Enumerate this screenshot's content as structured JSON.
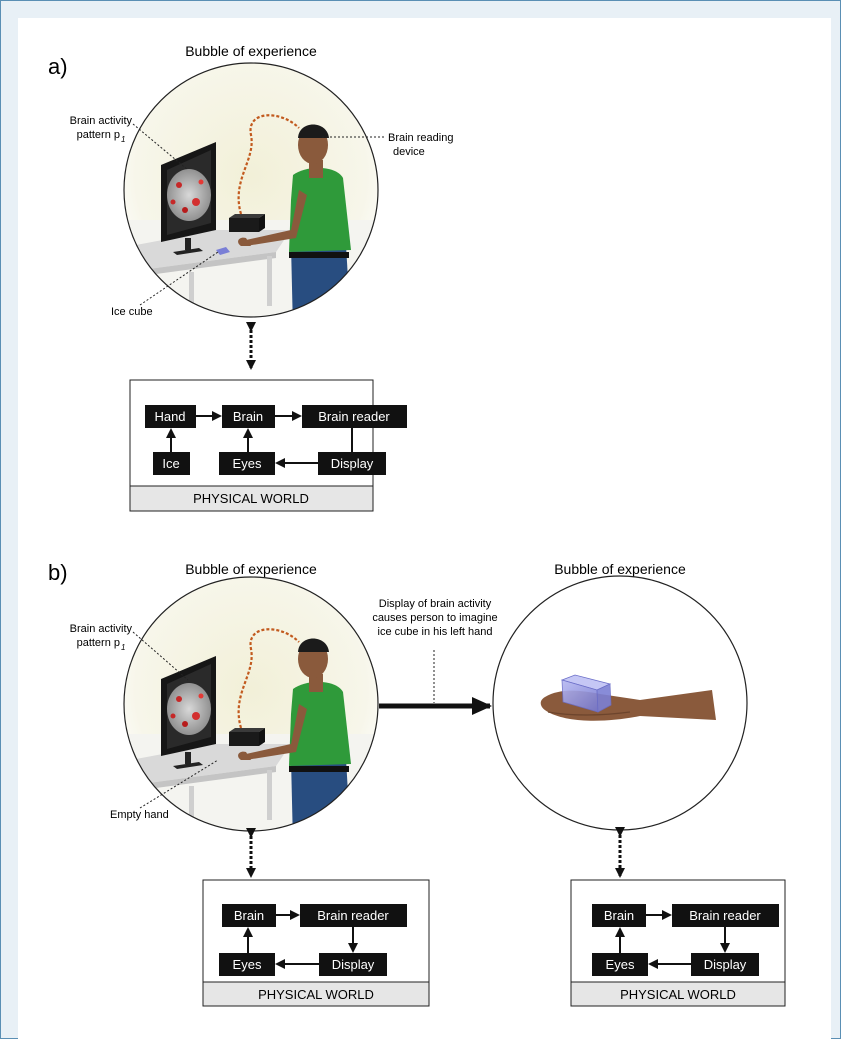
{
  "panel_a": {
    "letter": "a)",
    "bubble_title": "Bubble of experience",
    "label_brain_pattern_line1": "Brain activity",
    "label_brain_pattern_line2": "pattern p",
    "label_brain_pattern_sub": "1",
    "label_device_line1": "Brain reading",
    "label_device_line2": "device",
    "label_ice": "Ice cube",
    "nodes": {
      "hand": "Hand",
      "brain": "Brain",
      "reader": "Brain reader",
      "ice": "Ice",
      "eyes": "Eyes",
      "display": "Display"
    },
    "world": "PHYSICAL WORLD"
  },
  "panel_b": {
    "letter": "b)",
    "bubble_title_left": "Bubble of experience",
    "bubble_title_right": "Bubble of experience",
    "label_brain_pattern_line1": "Brain activity",
    "label_brain_pattern_line2": "pattern p",
    "label_brain_pattern_sub": "1",
    "label_empty_hand": "Empty hand",
    "arrow_note_line1": "Display of brain activity",
    "arrow_note_line2": "causes person to imagine",
    "arrow_note_line3": "ice cube in his left hand",
    "left_nodes": {
      "brain": "Brain",
      "reader": "Brain reader",
      "eyes": "Eyes",
      "display": "Display"
    },
    "right_nodes": {
      "brain": "Brain",
      "reader": "Brain reader",
      "eyes": "Eyes",
      "display": "Display"
    },
    "world_left": "PHYSICAL WORLD",
    "world_right": "PHYSICAL WORLD"
  },
  "colors": {
    "border": "#5a8fb4",
    "background": "#e8f0f6",
    "node_fill": "#111111",
    "node_text": "#ffffff",
    "shirt": "#2f9a3a",
    "skin": "#8a5a3c",
    "ice": "#8f92e0",
    "world_bar": "#e6e6e6"
  }
}
